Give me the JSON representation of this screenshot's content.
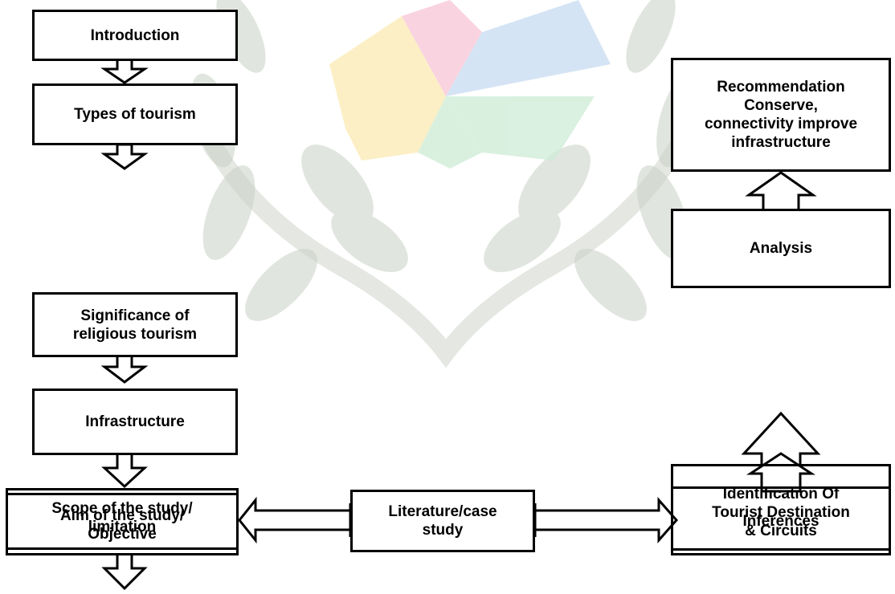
{
  "colors": {
    "stroke": "#000000",
    "wm_gray": "#c9d0c6",
    "wm_yellow": "#fbeab2",
    "wm_pink": "#f7c5d6",
    "wm_blue": "#c7dcf1",
    "wm_green": "#cdebd5",
    "wm_cyan": "#d7f1f0"
  },
  "boxes": {
    "introduction": "Introduction",
    "types_of_tourism": "Types of tourism",
    "significance": "Significance of\nreligious tourism",
    "infrastructure": "Infrastructure",
    "scope": "Scope of the study/\nlimitation",
    "aim": "Aim of the study/\nObjective",
    "literature": "Literature/case\nstudy",
    "identification": "Identification Of\nTourist Destination\n& Circuits",
    "inferences": "Inferences",
    "analysis": "Analysis",
    "recommendation": "Recommendation\nConserve,\nconnectivity improve\ninfrastructure"
  }
}
